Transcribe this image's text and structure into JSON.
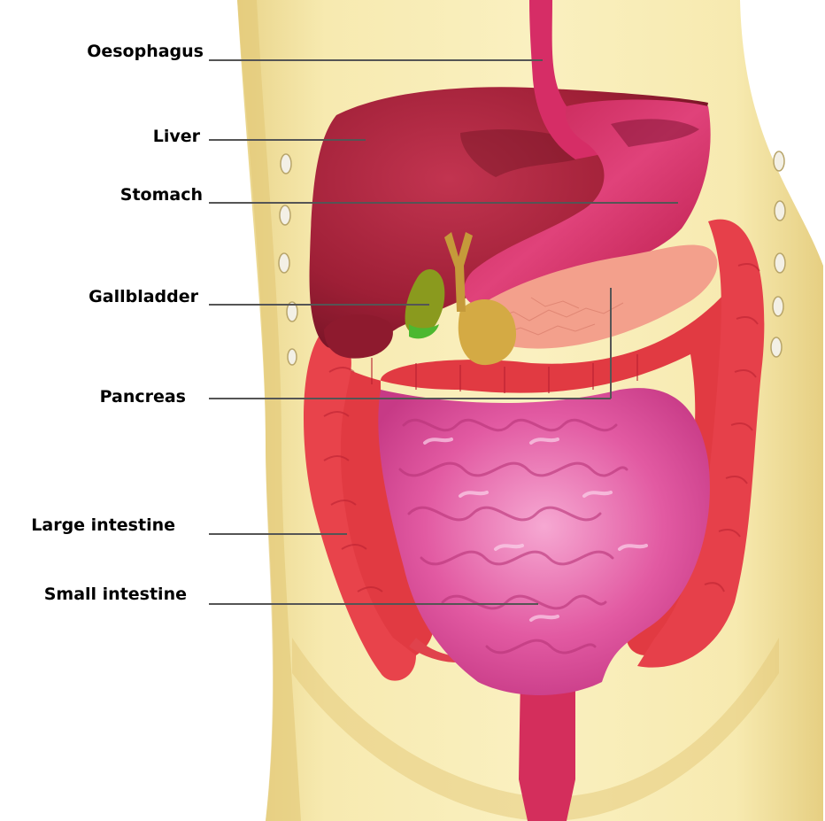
{
  "labels": {
    "oesophagus": "Oesophagus",
    "liver": "Liver",
    "stomach": "Stomach",
    "gallbladder": "Gallbladder",
    "pancreas": "Pancreas",
    "large_intestine": "Large intestine",
    "small_intestine": "Small intestine"
  },
  "colors": {
    "skin": "#f6e8a6",
    "skin_shadow": "#e8d27e",
    "liver": "#a3223a",
    "stomach": "#d8326a",
    "pancreas": "#f4a28e",
    "gallbladder": "#8a9a1e",
    "bile_duct": "#c9a040",
    "large_intestine": "#e4353f",
    "small_intestine": "#e85aa6",
    "rectum": "#d8305e",
    "leader_line": "#555555"
  }
}
